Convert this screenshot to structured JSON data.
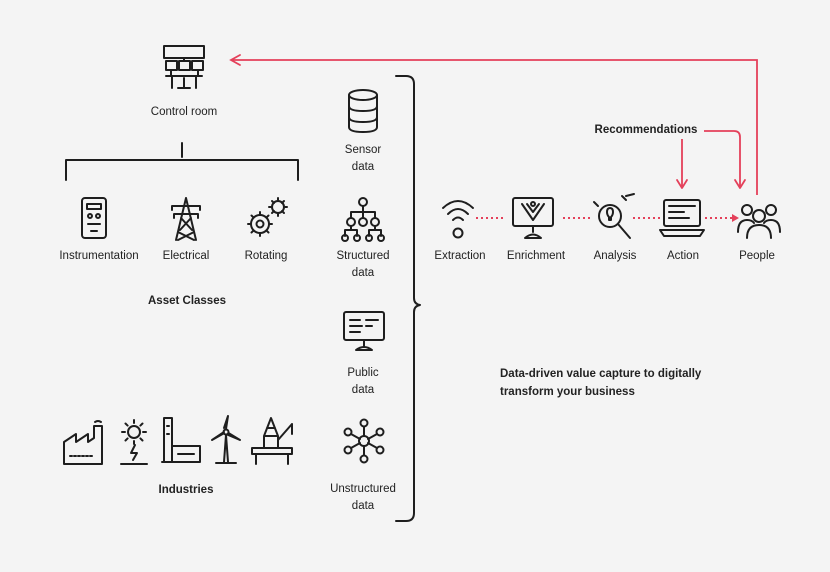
{
  "nodes": {
    "control_room": "Control room",
    "instrumentation": "Instrumentation",
    "electrical": "Electrical",
    "rotating": "Rotating",
    "asset_classes": "Asset Classes",
    "industries": "Industries",
    "sensor_data": "Sensor\ndata",
    "structured_data": "Structured\ndata",
    "public_data": "Public\ndata",
    "unstructured_data": "Unstructured\ndata",
    "extraction": "Extraction",
    "enrichment": "Enrichment",
    "analysis": "Analysis",
    "action": "Action",
    "people": "People",
    "recommendations": "Recommendations",
    "tagline": "Data-driven value capture to digitally\ntransform your business"
  },
  "colors": {
    "accent": "#e4405a",
    "ink": "#1e1e1e",
    "background": "#f4f4f4"
  },
  "icons": [
    "control-room-icon",
    "instrumentation-icon",
    "electrical-tower-icon",
    "gears-icon",
    "factory-icon",
    "solar-icon",
    "plant-icon",
    "wind-turbine-icon",
    "offshore-rig-icon",
    "database-icon",
    "hierarchy-icon",
    "monitor-list-icon",
    "network-icon",
    "wifi-icon",
    "monitor-funnel-icon",
    "magnifier-bulb-icon",
    "laptop-icon",
    "people-icon"
  ]
}
